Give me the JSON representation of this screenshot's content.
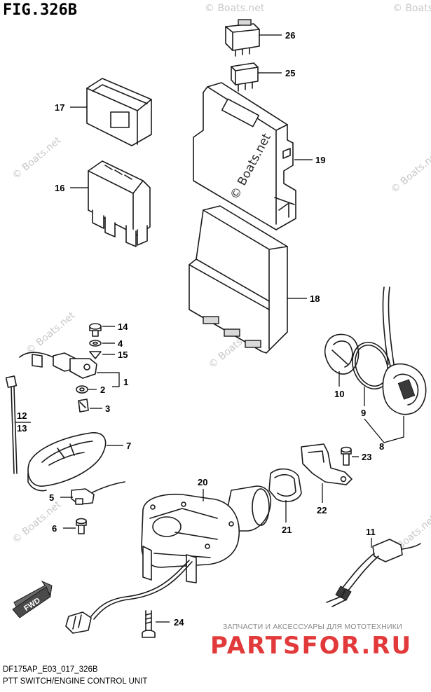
{
  "figure": {
    "title": "FIG.326B",
    "model_code": "DF175AP_E03_017_326B",
    "caption": "PTT SWITCH/ENGINE CONTROL UNIT"
  },
  "watermark": {
    "text": "© Boats.net",
    "shop_text": "ЗАПЧАСТИ И АКСЕССУАРЫ ДЛЯ МОТОТЕХНИКИ",
    "shop_brand": "PARTSFOR.RU",
    "shop_color": "#e23a3a"
  },
  "direction_label": "FWD",
  "callouts": [
    "26",
    "25",
    "17",
    "19",
    "16",
    "18",
    "14",
    "4",
    "15",
    "1",
    "2",
    "3",
    "12",
    "13",
    "7",
    "10",
    "9",
    "8",
    "23",
    "20",
    "22",
    "21",
    "5",
    "6",
    "11",
    "24"
  ]
}
